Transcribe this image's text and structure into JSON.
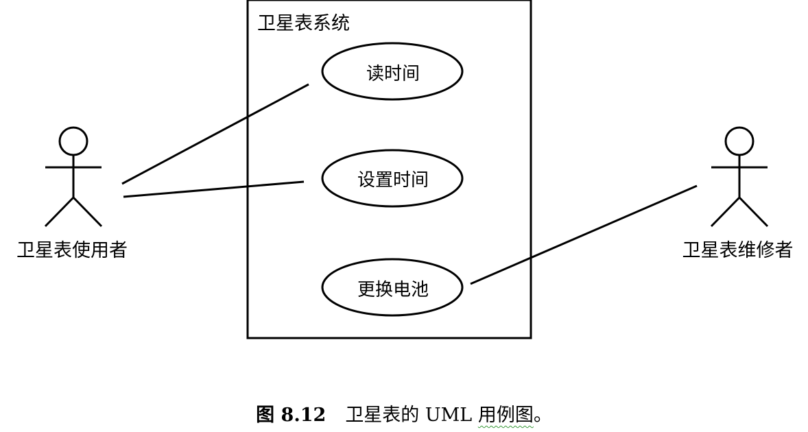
{
  "system": {
    "title": "卫星表系统"
  },
  "use_cases": {
    "read_time": "读时间",
    "set_time": "设置时间",
    "replace_battery": "更换电池"
  },
  "actors": {
    "user": "卫星表使用者",
    "maintainer": "卫星表维修者"
  },
  "caption": {
    "prefix": "图 8.12",
    "text_before": "卫星表的",
    "uml": "UML",
    "text_after": "用例图",
    "period": "。"
  },
  "colors": {
    "stroke": "#000000",
    "background": "#ffffff",
    "spellcheck_underline": "#3a9a3a"
  }
}
